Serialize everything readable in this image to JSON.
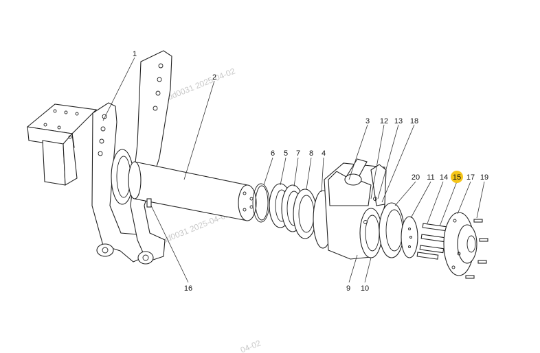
{
  "watermark": {
    "top": "ud0031  2025-04-02",
    "middle": "ud0031  2025-04-02",
    "bottom": "04-02"
  },
  "highlight_color": "#f5c518",
  "callouts": [
    {
      "number": "1"
    },
    {
      "number": "2"
    },
    {
      "number": "3"
    },
    {
      "number": "12"
    },
    {
      "number": "13"
    },
    {
      "number": "18"
    },
    {
      "number": "6"
    },
    {
      "number": "5"
    },
    {
      "number": "7"
    },
    {
      "number": "8"
    },
    {
      "number": "4"
    },
    {
      "number": "20"
    },
    {
      "number": "11"
    },
    {
      "number": "14"
    },
    {
      "number": "15",
      "highlighted": true
    },
    {
      "number": "17"
    },
    {
      "number": "19"
    },
    {
      "number": "9"
    },
    {
      "number": "10"
    },
    {
      "number": "16"
    }
  ]
}
